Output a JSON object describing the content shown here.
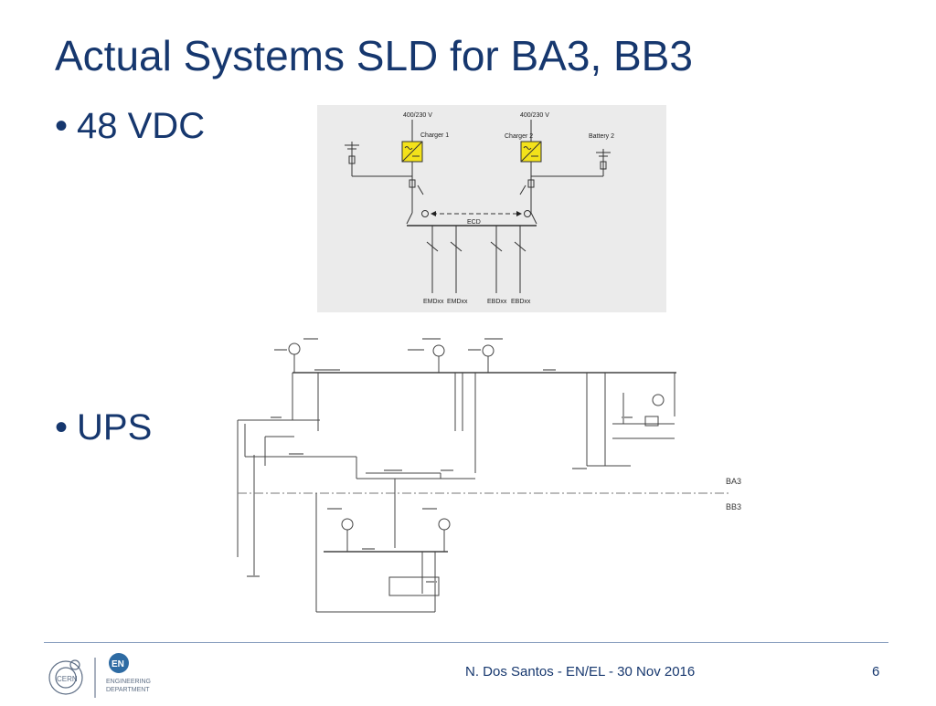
{
  "slide": {
    "title": "Actual Systems SLD for BA3, BB3",
    "bullets": [
      "48 VDC",
      "UPS"
    ],
    "footer": "N. Dos Santos - EN/EL - 30 Nov 2016",
    "page_number": "6"
  },
  "sld_48vdc": {
    "supply_left": "400/230 V",
    "supply_right": "400/230 V",
    "charger1": "Charger 1",
    "charger2": "Charger 2",
    "battery2": "Battery 2",
    "ecd": "ECD",
    "outputs": [
      "EMDxx",
      "EMDxx",
      "EBDxx",
      "EBDxx"
    ]
  },
  "ups_diagram": {
    "label_ba3": "BA3",
    "label_bb3": "BB3"
  },
  "logos": {
    "cern": "CERN",
    "en": "EN",
    "en_department": [
      "ENGINEERING",
      "DEPARTMENT"
    ]
  }
}
